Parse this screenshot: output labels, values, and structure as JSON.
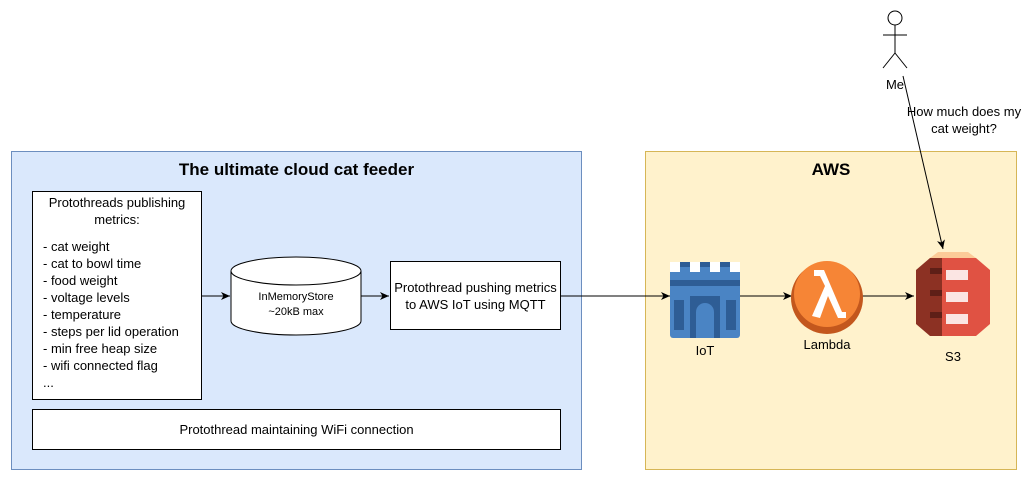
{
  "feeder": {
    "title": "The ultimate cloud cat feeder",
    "metrics_heading": "Protothreads publishing metrics:",
    "metrics": [
      "- cat weight",
      "- cat to bowl time",
      "- food weight",
      "- voltage levels",
      "- temperature",
      "- steps per lid operation",
      "- min free heap size",
      "- wifi connected flag",
      "..."
    ],
    "store_name": "InMemoryStore",
    "store_size": "~20kB max",
    "pusher_text": "Protothread pushing metrics to AWS IoT using MQTT",
    "wifi_text": "Protothread maintaining WiFi connection"
  },
  "aws": {
    "title": "AWS",
    "iot_label": "IoT",
    "lambda_label": "Lambda",
    "s3_label": "S3"
  },
  "user": {
    "label": "Me",
    "question": "How much does my cat weight?"
  },
  "colors": {
    "feeder_fill": "#dae8fc",
    "feeder_border": "#6c8ebf",
    "aws_fill": "#fff2cc",
    "aws_border": "#d6b656",
    "iot_blue": "#4a84c4",
    "lambda_orange": "#f68536",
    "s3_red": "#e05243"
  }
}
